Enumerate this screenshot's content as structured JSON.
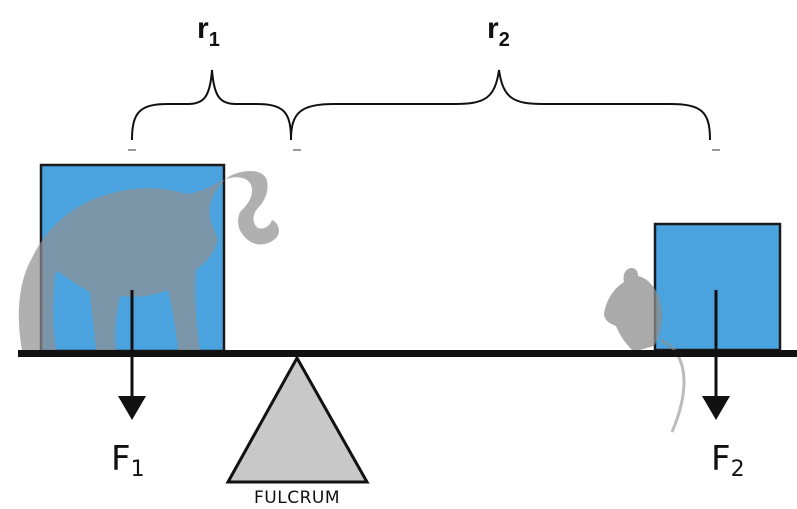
{
  "labels": {
    "r1": {
      "base": "r",
      "sub": "1"
    },
    "r2": {
      "base": "r",
      "sub": "2"
    },
    "f1": {
      "base": "F",
      "sub": "1"
    },
    "f2": {
      "base": "F",
      "sub": "2"
    },
    "fulcrum": "FULCRUM"
  },
  "colors": {
    "box_fill": "#4aa3df",
    "box_stroke": "#1a1a1a",
    "silhouette": "#9a9a9a",
    "fulcrum_fill": "#c8c8c8",
    "beam": "#111111",
    "arrow": "#111111",
    "text": "#111111",
    "brace": "#111111"
  },
  "icons": {
    "left_animal": "elephant-silhouette",
    "right_animal": "mouse-silhouette"
  }
}
